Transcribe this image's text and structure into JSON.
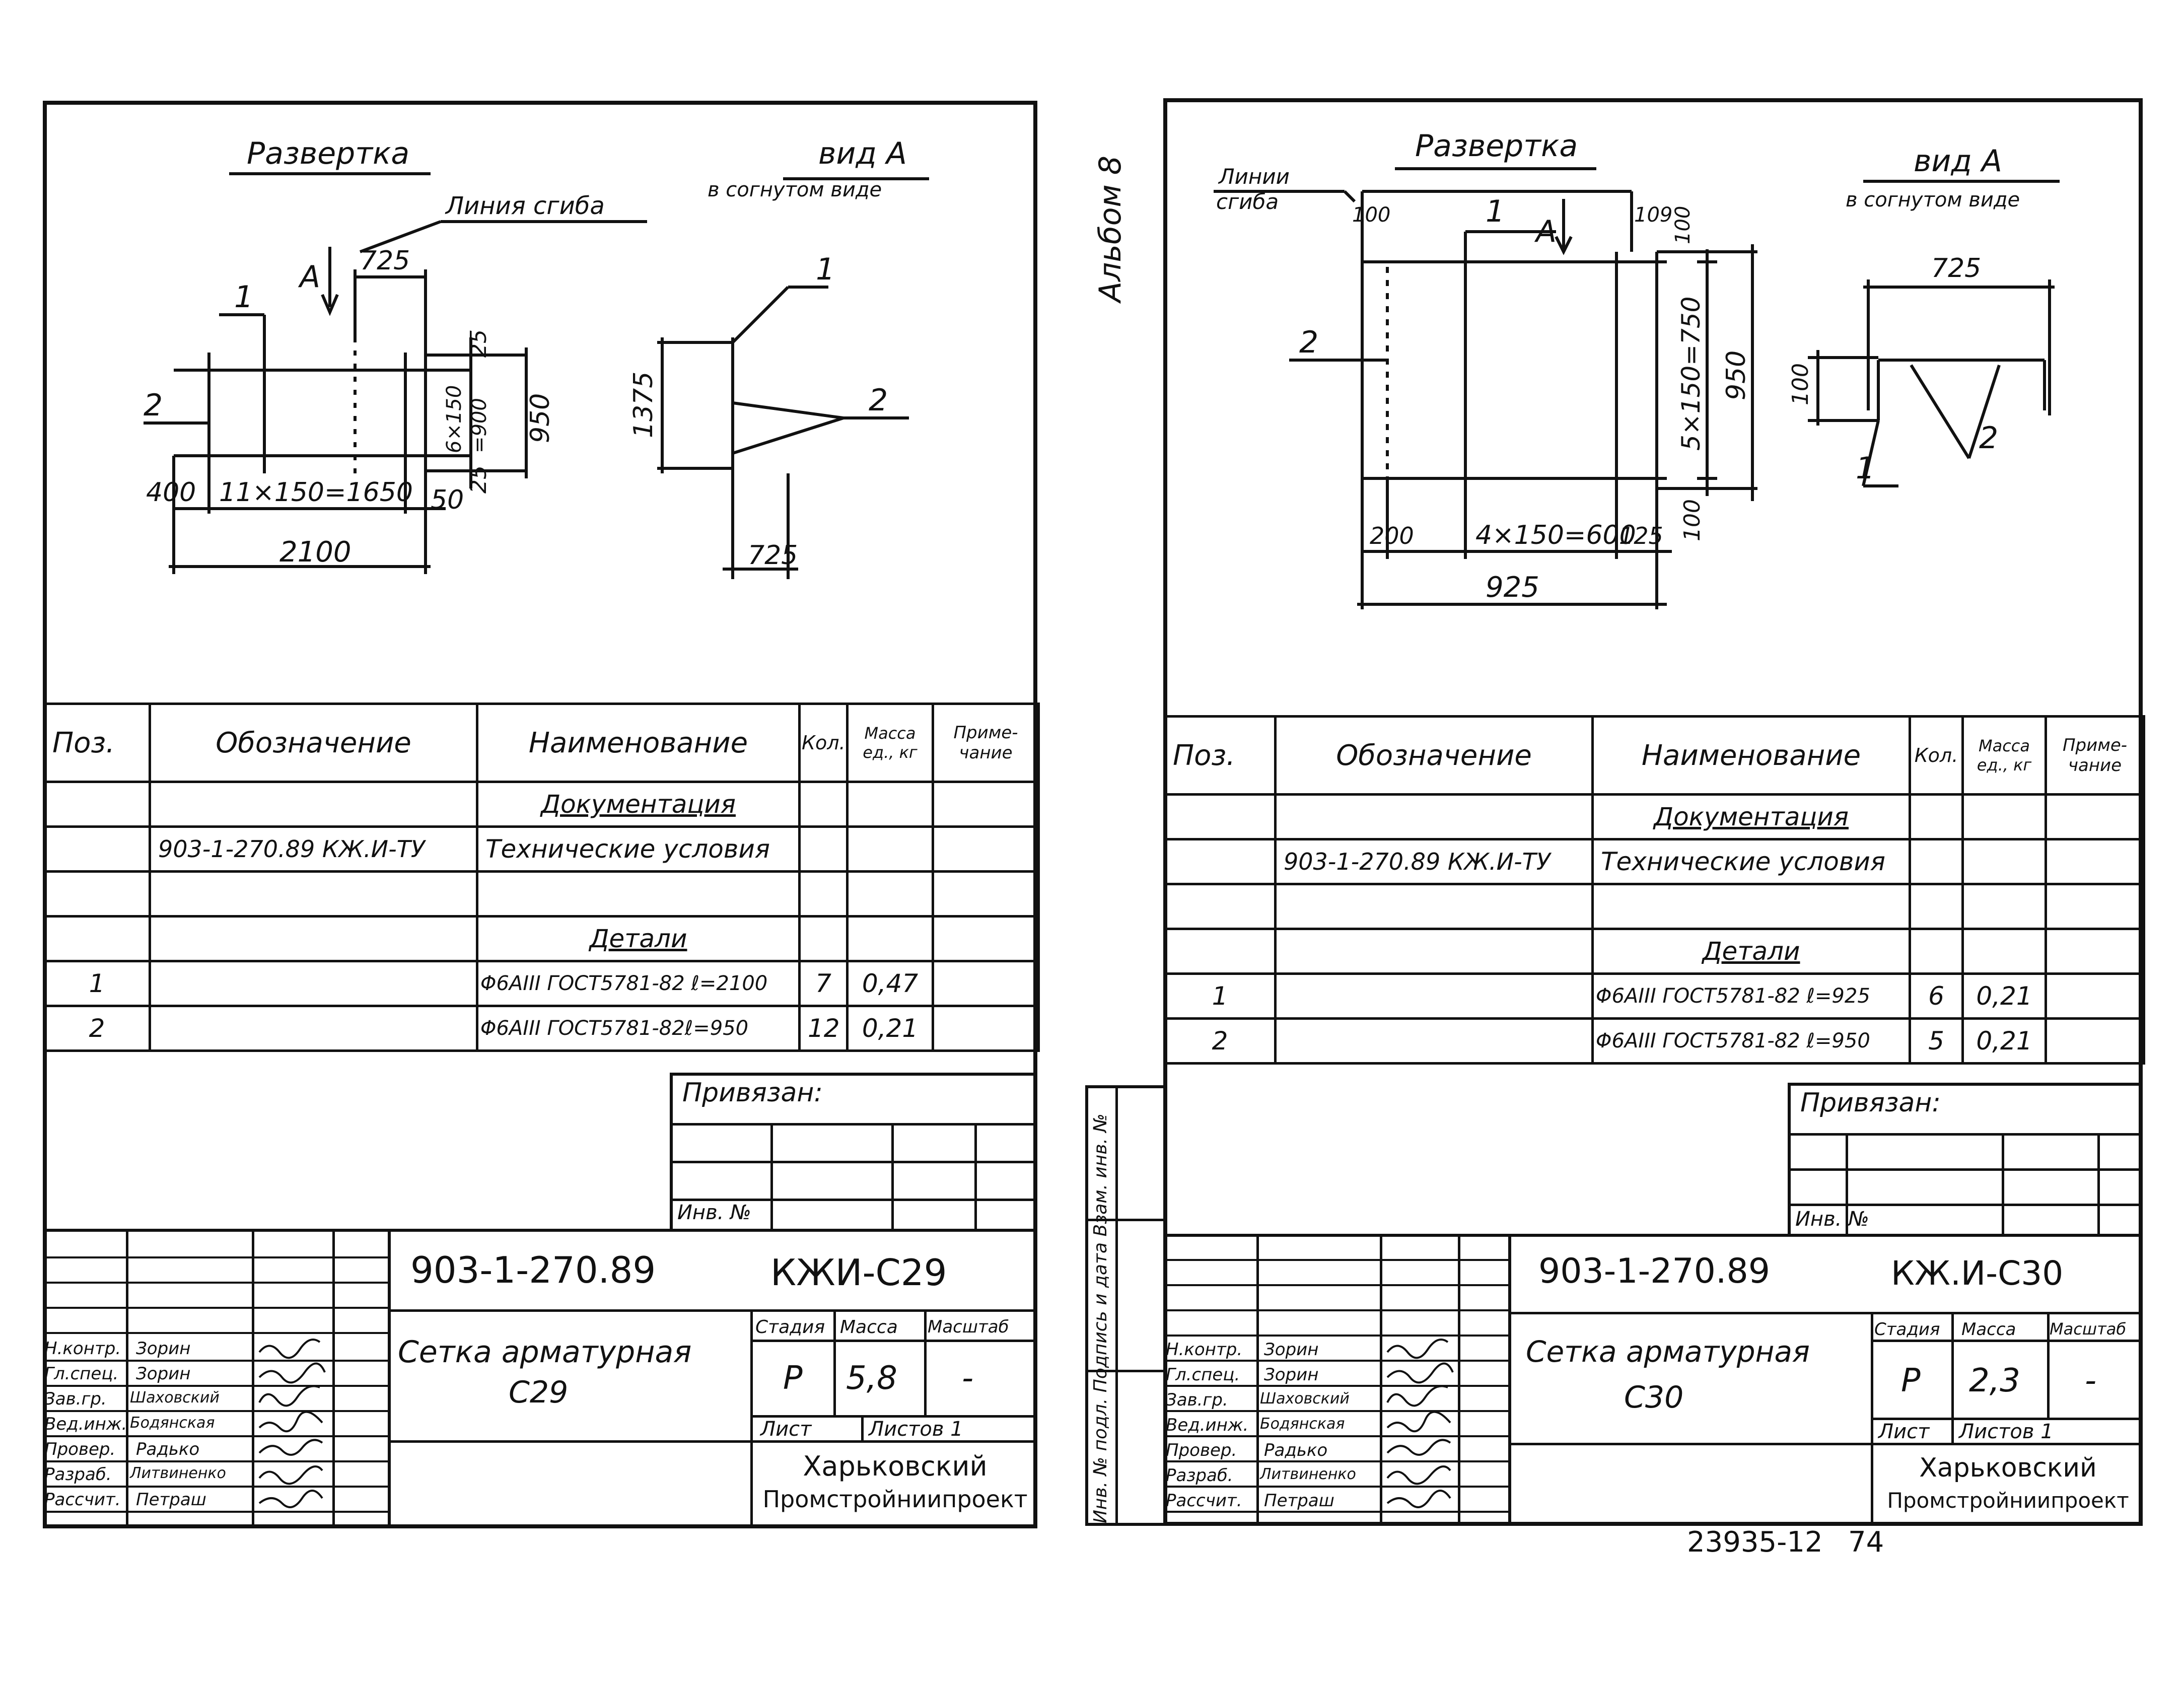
{
  "album_label": "Альбом 8",
  "footer": {
    "doc_number": "23935-12",
    "page_number": "74"
  },
  "side_stamp": {
    "label": "Инв. № подл.  Подпись и дата  Взам. инв. №"
  },
  "sheets": [
    {
      "drawing": {
        "razvertka": "Развертка",
        "vid_a": "вид А",
        "vid_a_sub": "в согнутом виде",
        "bend_line": "Линия сгиба",
        "a_mark": "А",
        "dims": {
          "d725": "725",
          "d25a": "25",
          "d25b": "25",
          "d950": "950",
          "d6x150": "6×150",
          "d900": "=900",
          "d400": "400",
          "d11x150": "11×150=1650",
          "d50": "50",
          "d2100": "2100",
          "d1375": "1375",
          "d725b": "725"
        },
        "pos1": "1",
        "pos2": "2",
        "pos1b": "1",
        "pos2b": "2"
      },
      "table": {
        "headers": [
          "Поз.",
          "Обозначение",
          "Наименование",
          "Кол.",
          "Масса ед., кг",
          "Приме-чание"
        ],
        "section_doc": "Документация",
        "doc_code": "903-1-270.89 КЖ.И-ТУ",
        "doc_name": "Технические условия",
        "section_det": "Детали",
        "rows": [
          {
            "pos": "1",
            "name": "Φ6AIII ГОСТ5781-82 ℓ=2100",
            "qty": "7",
            "mass": "0,47"
          },
          {
            "pos": "2",
            "name": "Φ6AIII ГОСТ5781-82ℓ=950",
            "qty": "12",
            "mass": "0,21"
          }
        ]
      },
      "title_block": {
        "privyazan": "Привязан:",
        "inv": "Инв. №",
        "project": "903-1-270.89",
        "code": "КЖИ-С29",
        "title_line1": "Сетка арматурная",
        "title_line2": "С29",
        "stage_label": "Стадия",
        "mass_label": "Масса",
        "scale_label": "Масштаб",
        "stage": "Р",
        "mass": "5,8",
        "scale": "-",
        "sheet_label": "Лист",
        "sheets_label": "Листов 1",
        "org_line1": "Харьковский",
        "org_line2": "Промстройниипроект",
        "roles": [
          "Н.контр.",
          "Гл.спец.",
          "Зав.гр.",
          "Вед.инж.",
          "Провер.",
          "Разраб.",
          "Рассчит."
        ],
        "names": [
          "Зорин",
          "Зорин",
          "Шаховский",
          "Бодянская",
          "Радько",
          "Литвиненко",
          "Петраш"
        ]
      }
    },
    {
      "drawing": {
        "razvertka": "Развертка",
        "vid_a": "вид А",
        "vid_a_sub": "в согнутом виде",
        "bend_line1": "Линии",
        "bend_line2": "сгиба",
        "a_mark": "А",
        "dims": {
          "d100a": "100",
          "d109": "109",
          "d100b": "100",
          "d5x150": "5×150=750",
          "d950": "950",
          "d200": "200",
          "d4x150": "4×150=600",
          "d125": "125",
          "d100c": "100",
          "d925": "925",
          "d725": "725",
          "d100d": "100"
        },
        "pos1": "1",
        "pos2": "2",
        "pos1b": "1",
        "pos2b": "2"
      },
      "table": {
        "headers": [
          "Поз.",
          "Обозначение",
          "Наименование",
          "Кол.",
          "Масса ед., кг",
          "Приме-чание"
        ],
        "section_doc": "Документация",
        "doc_code": "903-1-270.89 КЖ.И-ТУ",
        "doc_name": "Технические условия",
        "section_det": "Детали",
        "rows": [
          {
            "pos": "1",
            "name": "Φ6AIII ГОСТ5781-82 ℓ=925",
            "qty": "6",
            "mass": "0,21"
          },
          {
            "pos": "2",
            "name": "Φ6AIII ГОСТ5781-82 ℓ=950",
            "qty": "5",
            "mass": "0,21"
          }
        ]
      },
      "title_block": {
        "privyazan": "Привязан:",
        "inv": "Инв. №",
        "project": "903-1-270.89",
        "code": "КЖ.И-С30",
        "title_line1": "Сетка арматурная",
        "title_line2": "С30",
        "stage_label": "Стадия",
        "mass_label": "Масса",
        "scale_label": "Масштаб",
        "stage": "Р",
        "mass": "2,3",
        "scale": "-",
        "sheet_label": "Лист",
        "sheets_label": "Листов 1",
        "org_line1": "Харьковский",
        "org_line2": "Промстройниипроект",
        "roles": [
          "Н.контр.",
          "Гл.спец.",
          "Зав.гр.",
          "Вед.инж.",
          "Провер.",
          "Разраб.",
          "Рассчит."
        ],
        "names": [
          "Зорин",
          "Зорин",
          "Шаховский",
          "Бодянская",
          "Радько",
          "Литвиненко",
          "Петраш"
        ]
      }
    }
  ]
}
